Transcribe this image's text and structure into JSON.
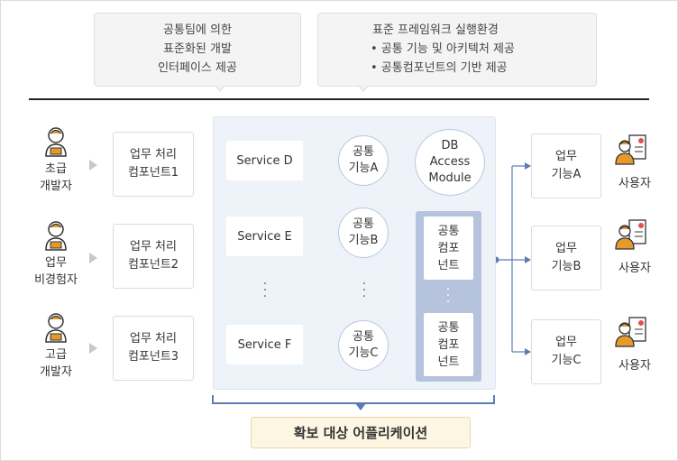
{
  "callouts": [
    {
      "lines": [
        "공통팀에 의한",
        "표준화된 개발",
        "인터페이스 제공"
      ]
    },
    {
      "lines": [
        "표준 프레임워크 실행환경",
        "• 공통 기능 및 아키텍처 제공",
        "• 공통컴포넌트의 기반 제공"
      ]
    }
  ],
  "developers": [
    {
      "label": [
        "초급",
        "개발자"
      ],
      "icon": "developer-icon",
      "component": [
        "업무 처리",
        "컴포넌트1"
      ]
    },
    {
      "label": [
        "업무",
        "비경험자"
      ],
      "icon": "developer-icon",
      "component": [
        "업무 처리",
        "컴포넌트2"
      ]
    },
    {
      "label": [
        "고급",
        "개발자"
      ],
      "icon": "developer-icon",
      "component": [
        "업무 처리",
        "컴포넌트3"
      ]
    }
  ],
  "services": [
    "Service D",
    "Service E",
    "Service F"
  ],
  "common_functions": [
    [
      "공통",
      "기능A"
    ],
    [
      "공통",
      "기능B"
    ],
    [
      "공통",
      "기능C"
    ]
  ],
  "db_module": [
    "DB",
    "Access",
    "Module"
  ],
  "common_components": [
    [
      "공통",
      "컴포",
      "넌트"
    ],
    [
      "공통",
      "컴포",
      "넌트"
    ]
  ],
  "business_functions": [
    {
      "label": [
        "업무",
        "기능A"
      ],
      "user": "사용자",
      "icon": "user-document-icon"
    },
    {
      "label": [
        "업무",
        "기능B"
      ],
      "user": "사용자",
      "icon": "user-document-icon"
    },
    {
      "label": [
        "업무",
        "기능C"
      ],
      "user": "사용자",
      "icon": "user-document-icon"
    }
  ],
  "bottom_label": "확보 대상 어플리케이션",
  "colors": {
    "panel": "#eef3fa",
    "component_column": "#b5c4dc",
    "accent_line": "#5b7bb5",
    "highlight_label_bg": "#fdf6e3",
    "icon_orange": "#e59a2c"
  }
}
